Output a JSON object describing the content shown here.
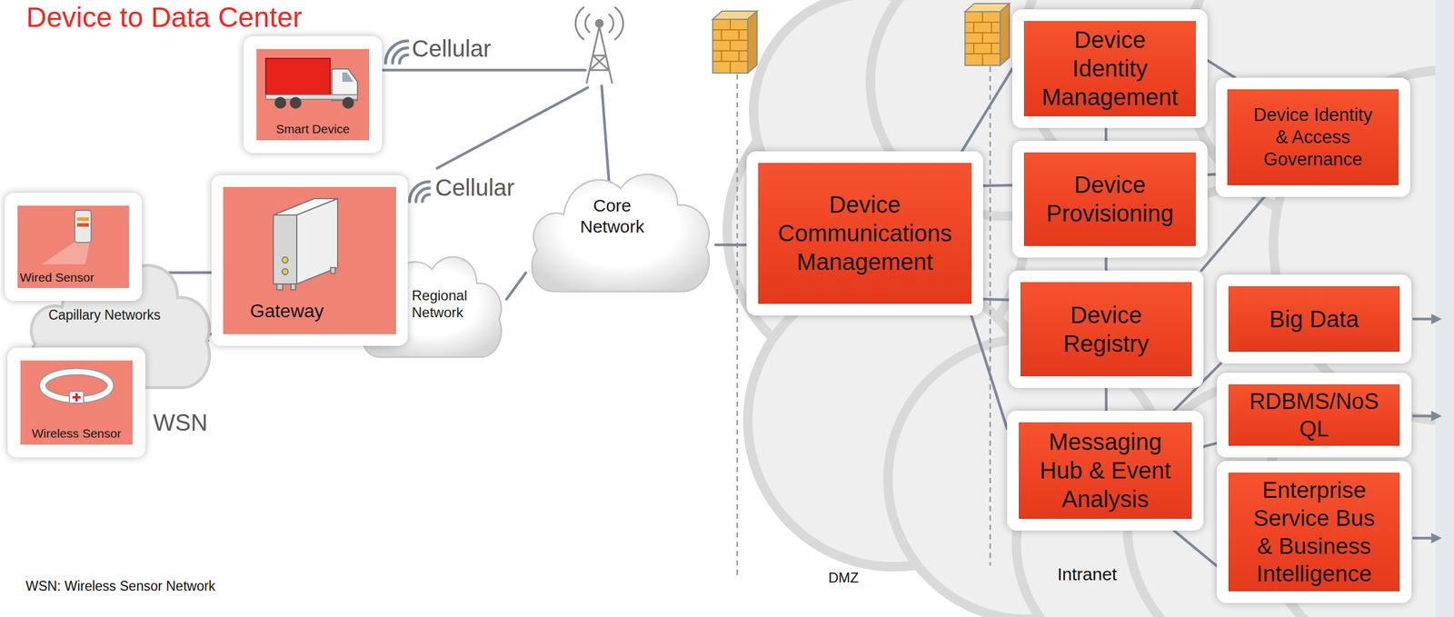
{
  "diagram": {
    "title": "Device to Data Center",
    "nodes": [
      {
        "text": [
          "Smart Device"
        ]
      },
      {
        "text": [
          "Wired Sensor"
        ]
      },
      {
        "text": [
          "Capillary Networks"
        ]
      },
      {
        "text": [
          "Wireless Sensor"
        ]
      },
      {
        "text": [
          "Gateway"
        ]
      },
      {
        "text": [
          "Regional Network"
        ]
      },
      {
        "text": [
          "Core Network"
        ]
      },
      {
        "text": [
          "Device Communications Management"
        ]
      },
      {
        "text": [
          "Device Identity Management"
        ]
      },
      {
        "text": [
          "Device Provisioning"
        ]
      },
      {
        "text": [
          "Device Registry"
        ]
      },
      {
        "text": [
          "Messaging Hub & Event Analysis"
        ]
      },
      {
        "text": [
          "Device Identity & Access Governance"
        ]
      },
      {
        "text": [
          "Big Data"
        ]
      },
      {
        "text": [
          "RDBMS/NoS QL"
        ]
      },
      {
        "text": [
          "Enterprise Service Bus & Business Intelligence"
        ]
      }
    ],
    "edges": [
      {
        "from": 1,
        "to": 4,
        "arrow": "none"
      },
      {
        "from": 3,
        "to": 4,
        "arrow": "none"
      },
      {
        "from": 5,
        "to": 6,
        "arrow": "none"
      },
      {
        "from": 6,
        "to": 7,
        "arrow": "none"
      },
      {
        "from": 7,
        "to": 8,
        "arrow": "none"
      },
      {
        "from": 7,
        "to": 9,
        "arrow": "none"
      },
      {
        "from": 7,
        "to": 10,
        "arrow": "none"
      },
      {
        "from": 7,
        "to": 11,
        "arrow": "none"
      },
      {
        "from": 8,
        "to": 9,
        "arrow": "none"
      },
      {
        "from": 9,
        "to": 10,
        "arrow": "none"
      },
      {
        "from": 10,
        "to": 11,
        "arrow": "none"
      },
      {
        "from": 8,
        "to": 12,
        "arrow": "none"
      },
      {
        "from": 9,
        "to": 12,
        "arrow": "none"
      },
      {
        "from": 10,
        "to": 12,
        "arrow": "none"
      },
      {
        "from": 11,
        "to": 13,
        "arrow": "none"
      },
      {
        "from": 11,
        "to": 14,
        "arrow": "none"
      },
      {
        "from": 11,
        "to": 15,
        "arrow": "none"
      }
    ],
    "labels": [
      "Cellular",
      "Cellular",
      "WSN",
      "DMZ",
      "Intranet",
      "WSN: Wireless Sensor Network"
    ]
  }
}
